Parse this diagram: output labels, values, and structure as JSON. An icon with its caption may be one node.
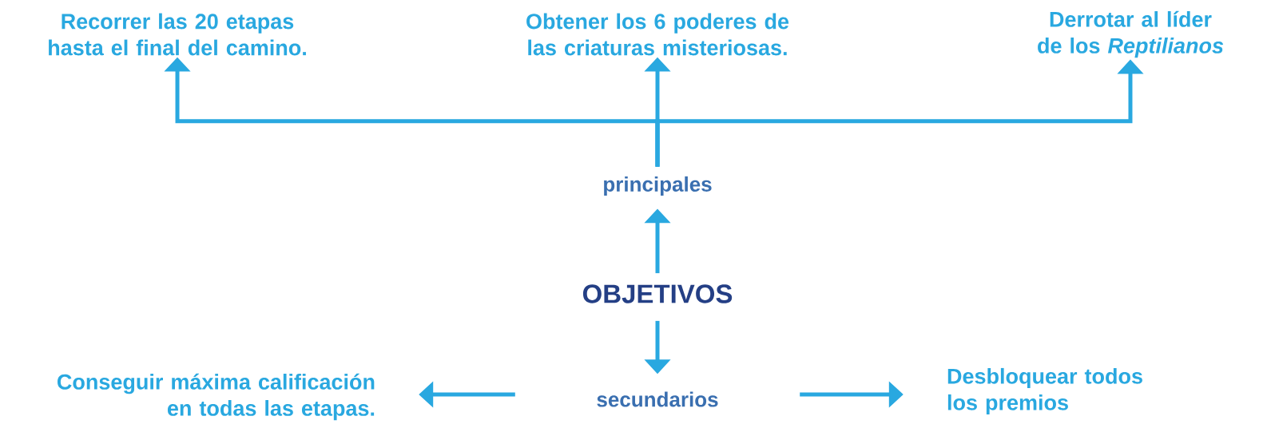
{
  "diagram": {
    "nodes": [
      {
        "text": [
          "Recorrer las 20 etapas hasta el final del camino."
        ]
      },
      {
        "text": [
          "Obtener los 6 poderes de las criaturas misteriosas."
        ]
      },
      {
        "text": [
          "Derrotar al líder de los *Reptilianos*"
        ]
      },
      {
        "text": [
          "principales"
        ]
      },
      {
        "text": [
          "OBJETIVOS"
        ]
      },
      {
        "text": [
          "Conseguir máxima calificación en todas las etapas."
        ]
      },
      {
        "text": [
          "secundarios"
        ]
      },
      {
        "text": [
          "Desbloquear todos los premios"
        ]
      }
    ],
    "edges": [
      {
        "from": 3,
        "to": 0,
        "arrow": "to"
      },
      {
        "from": 3,
        "to": 1,
        "arrow": "to"
      },
      {
        "from": 3,
        "to": 2,
        "arrow": "to"
      },
      {
        "from": 4,
        "to": 3,
        "arrow": "to"
      },
      {
        "from": 4,
        "to": 6,
        "arrow": "to"
      },
      {
        "from": 6,
        "to": 5,
        "arrow": "to"
      },
      {
        "from": 6,
        "to": 7,
        "arrow": "to"
      }
    ]
  }
}
